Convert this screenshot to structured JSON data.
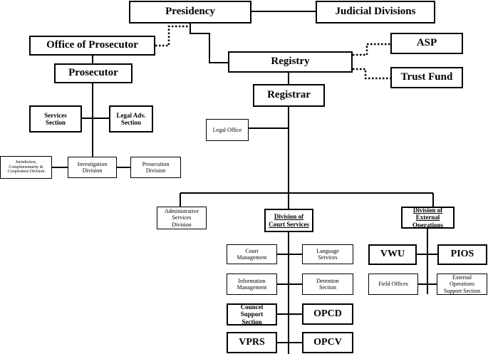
{
  "nodes": {
    "presidency": "Presidency",
    "judicial_divisions": "Judicial Divisions",
    "office_of_prosecutor": "Office of Prosecutor",
    "prosecutor": "Prosecutor",
    "registry": "Registry",
    "asp": "ASP",
    "trust_fund": "Trust Fund",
    "registrar": "Registrar",
    "services_section": "Services\nSection",
    "legal_adv_section": "Legal Adv.\nSection",
    "legal_office": "Legal Office",
    "jurisdiction_division": "Jurisdiction,\nComplementarity &\nCooperation Division",
    "investigation_division": "Investigation\nDivision",
    "prosecution_division": "Prosecution\nDivision",
    "administrative_services_division": "Administrative\nServices\nDivision",
    "division_of_court_services": "Division of\nCourt Services",
    "division_of_external_operations": "Division of\nExternal\nOperations",
    "court_management": "Court\nManagement",
    "language_services": "Language\nServices",
    "information_management": "Information\nManagement",
    "detention_section": "Detention\nSection",
    "councel_support_section": "Councel\nSupport\nSection",
    "opcd": "OPCD",
    "vprs": "VPRS",
    "opcv": "OPCV",
    "vwu": "VWU",
    "pios": "PIOS",
    "field_offices": "Field Offices",
    "external_operations_support_section": "External\nOperations\nSupport Section"
  }
}
